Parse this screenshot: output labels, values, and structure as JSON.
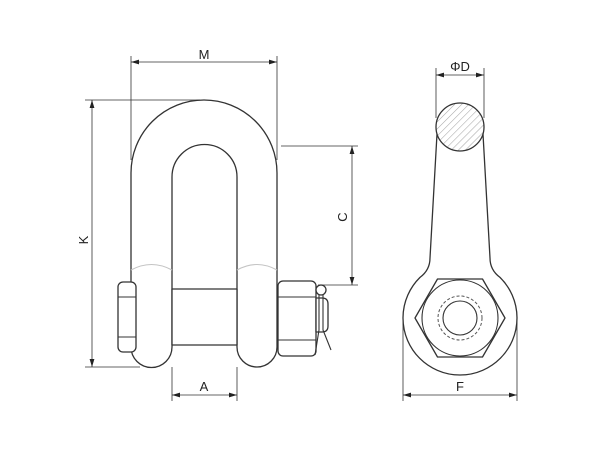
{
  "labels": {
    "m": "M",
    "phi_d": "ΦD",
    "k": "K",
    "c": "C",
    "a": "A",
    "f": "F"
  }
}
